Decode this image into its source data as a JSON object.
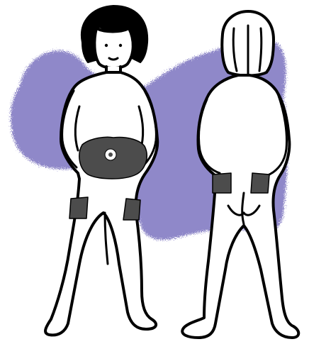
{
  "illustration": {
    "subject": "front-and-back-figures",
    "colors": {
      "background_wash": "#8f88c9",
      "body_fill": "#ffffff",
      "outline": "#000000",
      "zone_fill": "#4c4c4c",
      "navel_ring": "#ffffff"
    },
    "figures": [
      {
        "name": "front-figure",
        "view": "front",
        "marked_zones": [
          "abdomen",
          "left-thigh",
          "right-thigh"
        ]
      },
      {
        "name": "back-figure",
        "view": "back",
        "marked_zones": [
          "left-hip",
          "right-hip"
        ]
      }
    ]
  }
}
